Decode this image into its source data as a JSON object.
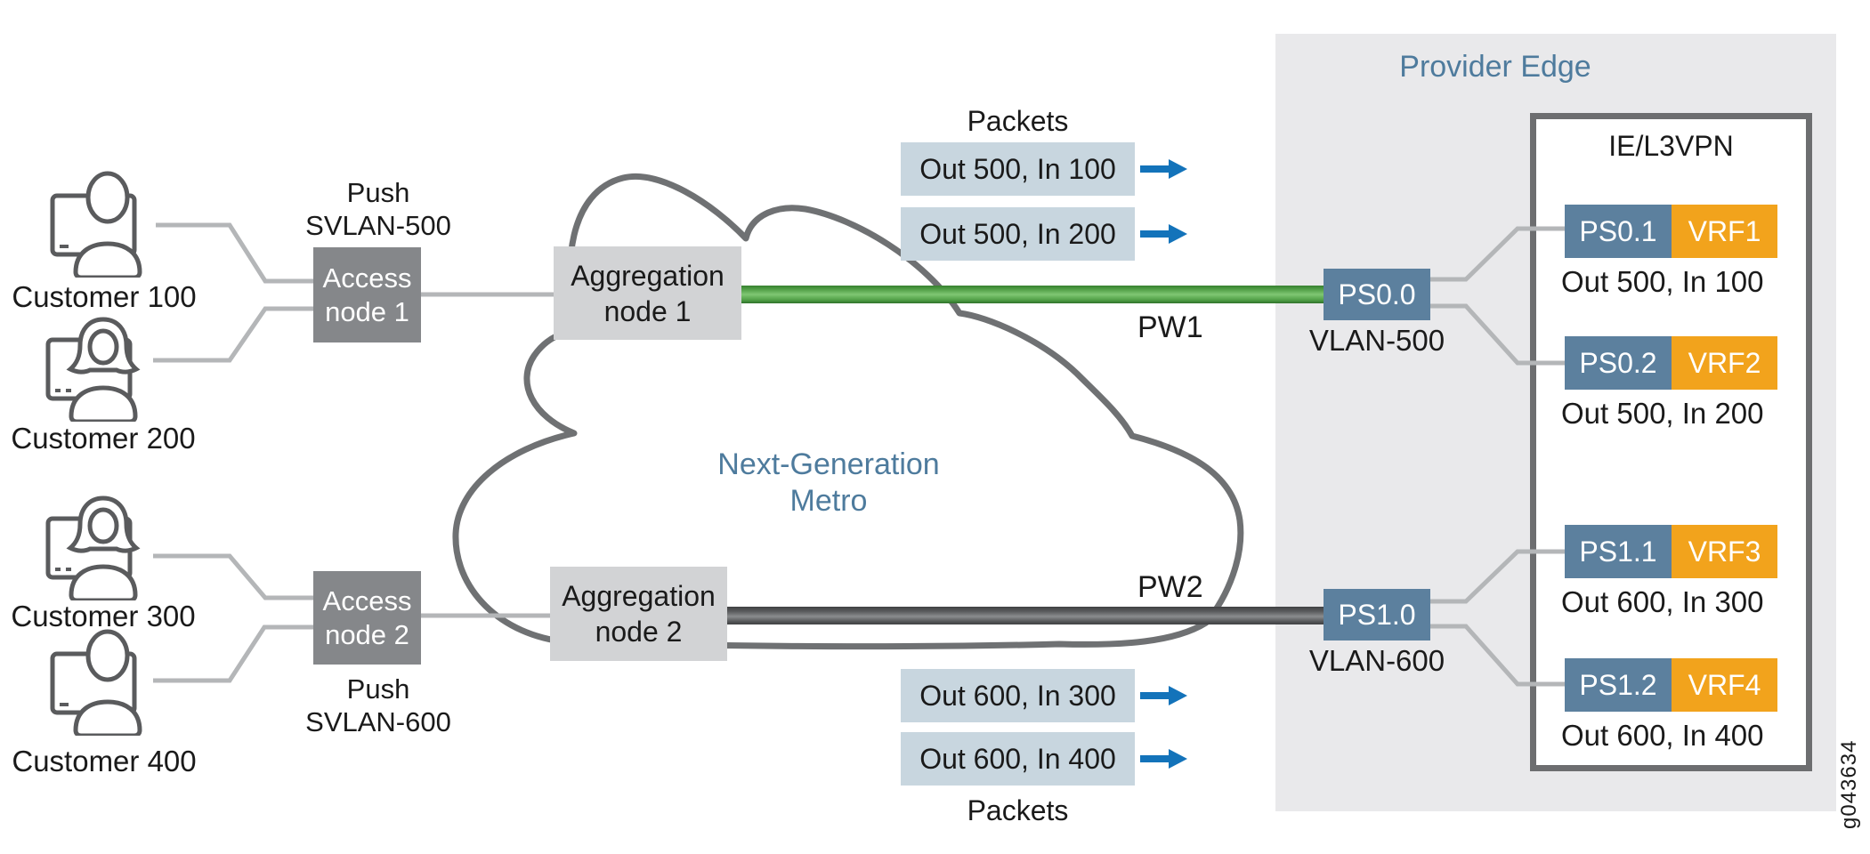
{
  "figure_id": "g043634",
  "colors": {
    "heading_blue": "#4e7b9d",
    "ps_chip_blue": "#5c809e",
    "vrf_orange": "#f2a31c",
    "arrow_blue": "#1373ba",
    "pw1_green": "#4f9d45",
    "pw2_gray": "#58595b",
    "provider_edge_bg": "#e9e9eb",
    "packet_box_bg": "#c8d6df",
    "access_node_bg": "#85878a",
    "aggregation_node_bg": "#d2d3d5"
  },
  "customers": [
    {
      "label": "Customer 100",
      "icon": "male-user-with-monitor"
    },
    {
      "label": "Customer 200",
      "icon": "female-user-with-monitor"
    },
    {
      "label": "Customer 300",
      "icon": "female-user-with-monitor"
    },
    {
      "label": "Customer 400",
      "icon": "male-user-with-monitor"
    }
  ],
  "access_nodes": [
    {
      "label_line1": "Access",
      "label_line2": "node 1",
      "push_line1": "Push",
      "push_line2": "SVLAN-500"
    },
    {
      "label_line1": "Access",
      "label_line2": "node 2",
      "push_line1": "Push",
      "push_line2": "SVLAN-600"
    }
  ],
  "aggregation_nodes": [
    {
      "label_line1": "Aggregation",
      "label_line2": "node 1"
    },
    {
      "label_line1": "Aggregation",
      "label_line2": "node 2"
    }
  ],
  "cloud": {
    "label_line1": "Next-Generation",
    "label_line2": "Metro"
  },
  "pseudowires": [
    {
      "label": "PW1",
      "color": "green"
    },
    {
      "label": "PW2",
      "color": "gray"
    }
  ],
  "packets_top": {
    "title": "Packets",
    "rows": [
      "Out 500, In 100",
      "Out 500, In 200"
    ]
  },
  "packets_bottom": {
    "title": "Packets",
    "rows": [
      "Out 600, In 300",
      "Out 600, In 400"
    ]
  },
  "provider_edge": {
    "title": "Provider Edge",
    "ie_box_title": "IE/L3VPN",
    "ps_interfaces": [
      {
        "name": "PS0.0",
        "vlan": "VLAN-500"
      },
      {
        "name": "PS1.0",
        "vlan": "VLAN-600"
      }
    ],
    "vrf_rows": [
      {
        "ps": "PS0.1",
        "vrf": "VRF1",
        "traffic": "Out 500, In 100"
      },
      {
        "ps": "PS0.2",
        "vrf": "VRF2",
        "traffic": "Out 500, In 200"
      },
      {
        "ps": "PS1.1",
        "vrf": "VRF3",
        "traffic": "Out 600, In 300"
      },
      {
        "ps": "PS1.2",
        "vrf": "VRF4",
        "traffic": "Out 600, In 400"
      }
    ]
  }
}
